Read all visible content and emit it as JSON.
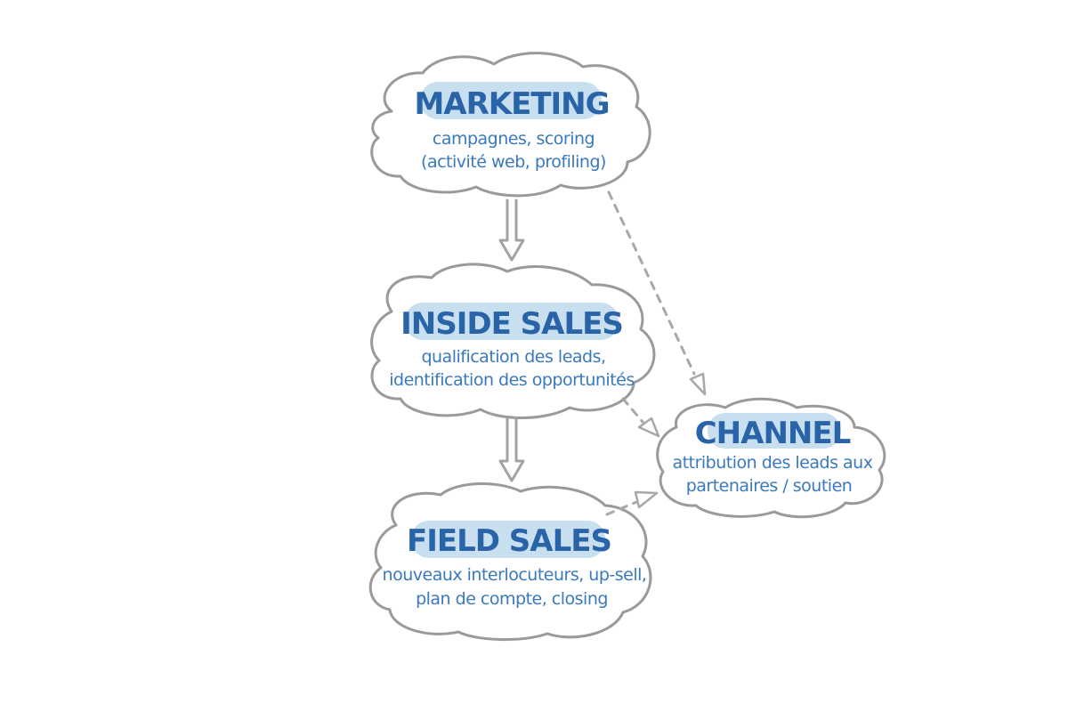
{
  "nodes": {
    "marketing": {
      "title": "MARKETING",
      "line1": "campagnes, scoring",
      "line2": "(activité web, profiling)"
    },
    "inside_sales": {
      "title": "INSIDE SALES",
      "line1": "qualification des leads,",
      "line2": "identification des opportunités"
    },
    "field_sales": {
      "title": "FIELD SALES",
      "line1": "nouveaux interlocuteurs, up-sell,",
      "line2": "plan de compte, closing"
    },
    "channel": {
      "title": "CHANNEL",
      "line1": "attribution des leads aux",
      "line2": "partenaires / soutien"
    }
  },
  "colors": {
    "title_text": "#2a64a8",
    "title_highlight": "#c8dff0",
    "body_text": "#3a79bd",
    "outline": "#9a9a9a"
  }
}
